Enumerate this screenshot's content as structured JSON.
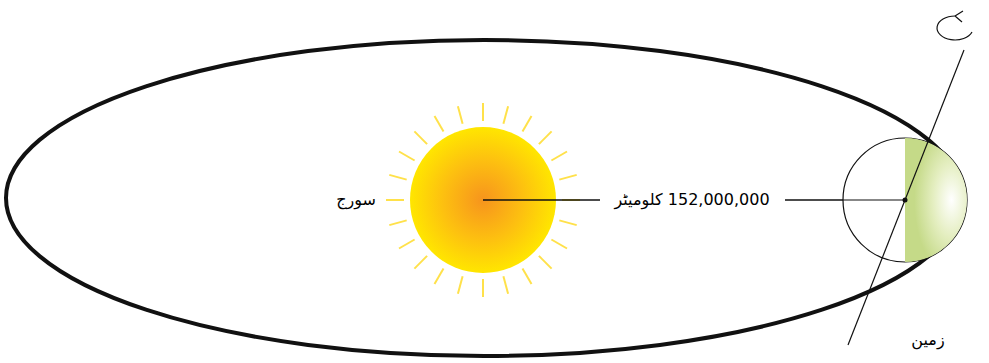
{
  "diagram": {
    "labels": [
      "سورج",
      "152,000,000 کلومیٹر",
      "زمین"
    ]
  }
}
